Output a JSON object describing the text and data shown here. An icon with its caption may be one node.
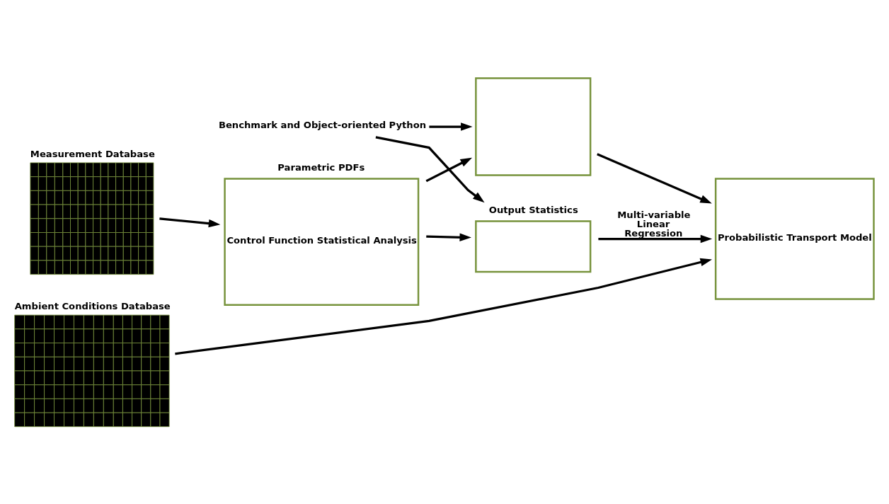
{
  "diagram": {
    "nodes": [
      {
        "text": [
          "Measurement Database"
        ]
      },
      {
        "text": [
          "Parametric PDFs",
          "Control Function Statistical Analysis"
        ]
      },
      {
        "text": [
          "Benchmark and Object-oriented Python"
        ]
      },
      {
        "text": [
          "Output Statistics"
        ]
      },
      {
        "text": [],
        "shape": "box"
      },
      {
        "text": [
          "Ambient Conditions Database"
        ]
      },
      {
        "text": [
          "Probabilistic Transport Model"
        ]
      }
    ],
    "edges": [
      {
        "from": 0,
        "to": 1,
        "arrow": "to"
      },
      {
        "from": 1,
        "to": 3,
        "arrow": "to"
      },
      {
        "from": 1,
        "to": 4,
        "arrow": "to"
      },
      {
        "from": 2,
        "to": 3,
        "arrow": "to"
      },
      {
        "from": 2,
        "to": 4,
        "arrow": "to"
      },
      {
        "from": 3,
        "to": 6,
        "arrow": "to",
        "label": "Multi-variable Linear Regression"
      },
      {
        "from": 4,
        "to": 6,
        "arrow": "to"
      },
      {
        "from": 5,
        "to": 6,
        "arrow": "to"
      }
    ]
  }
}
